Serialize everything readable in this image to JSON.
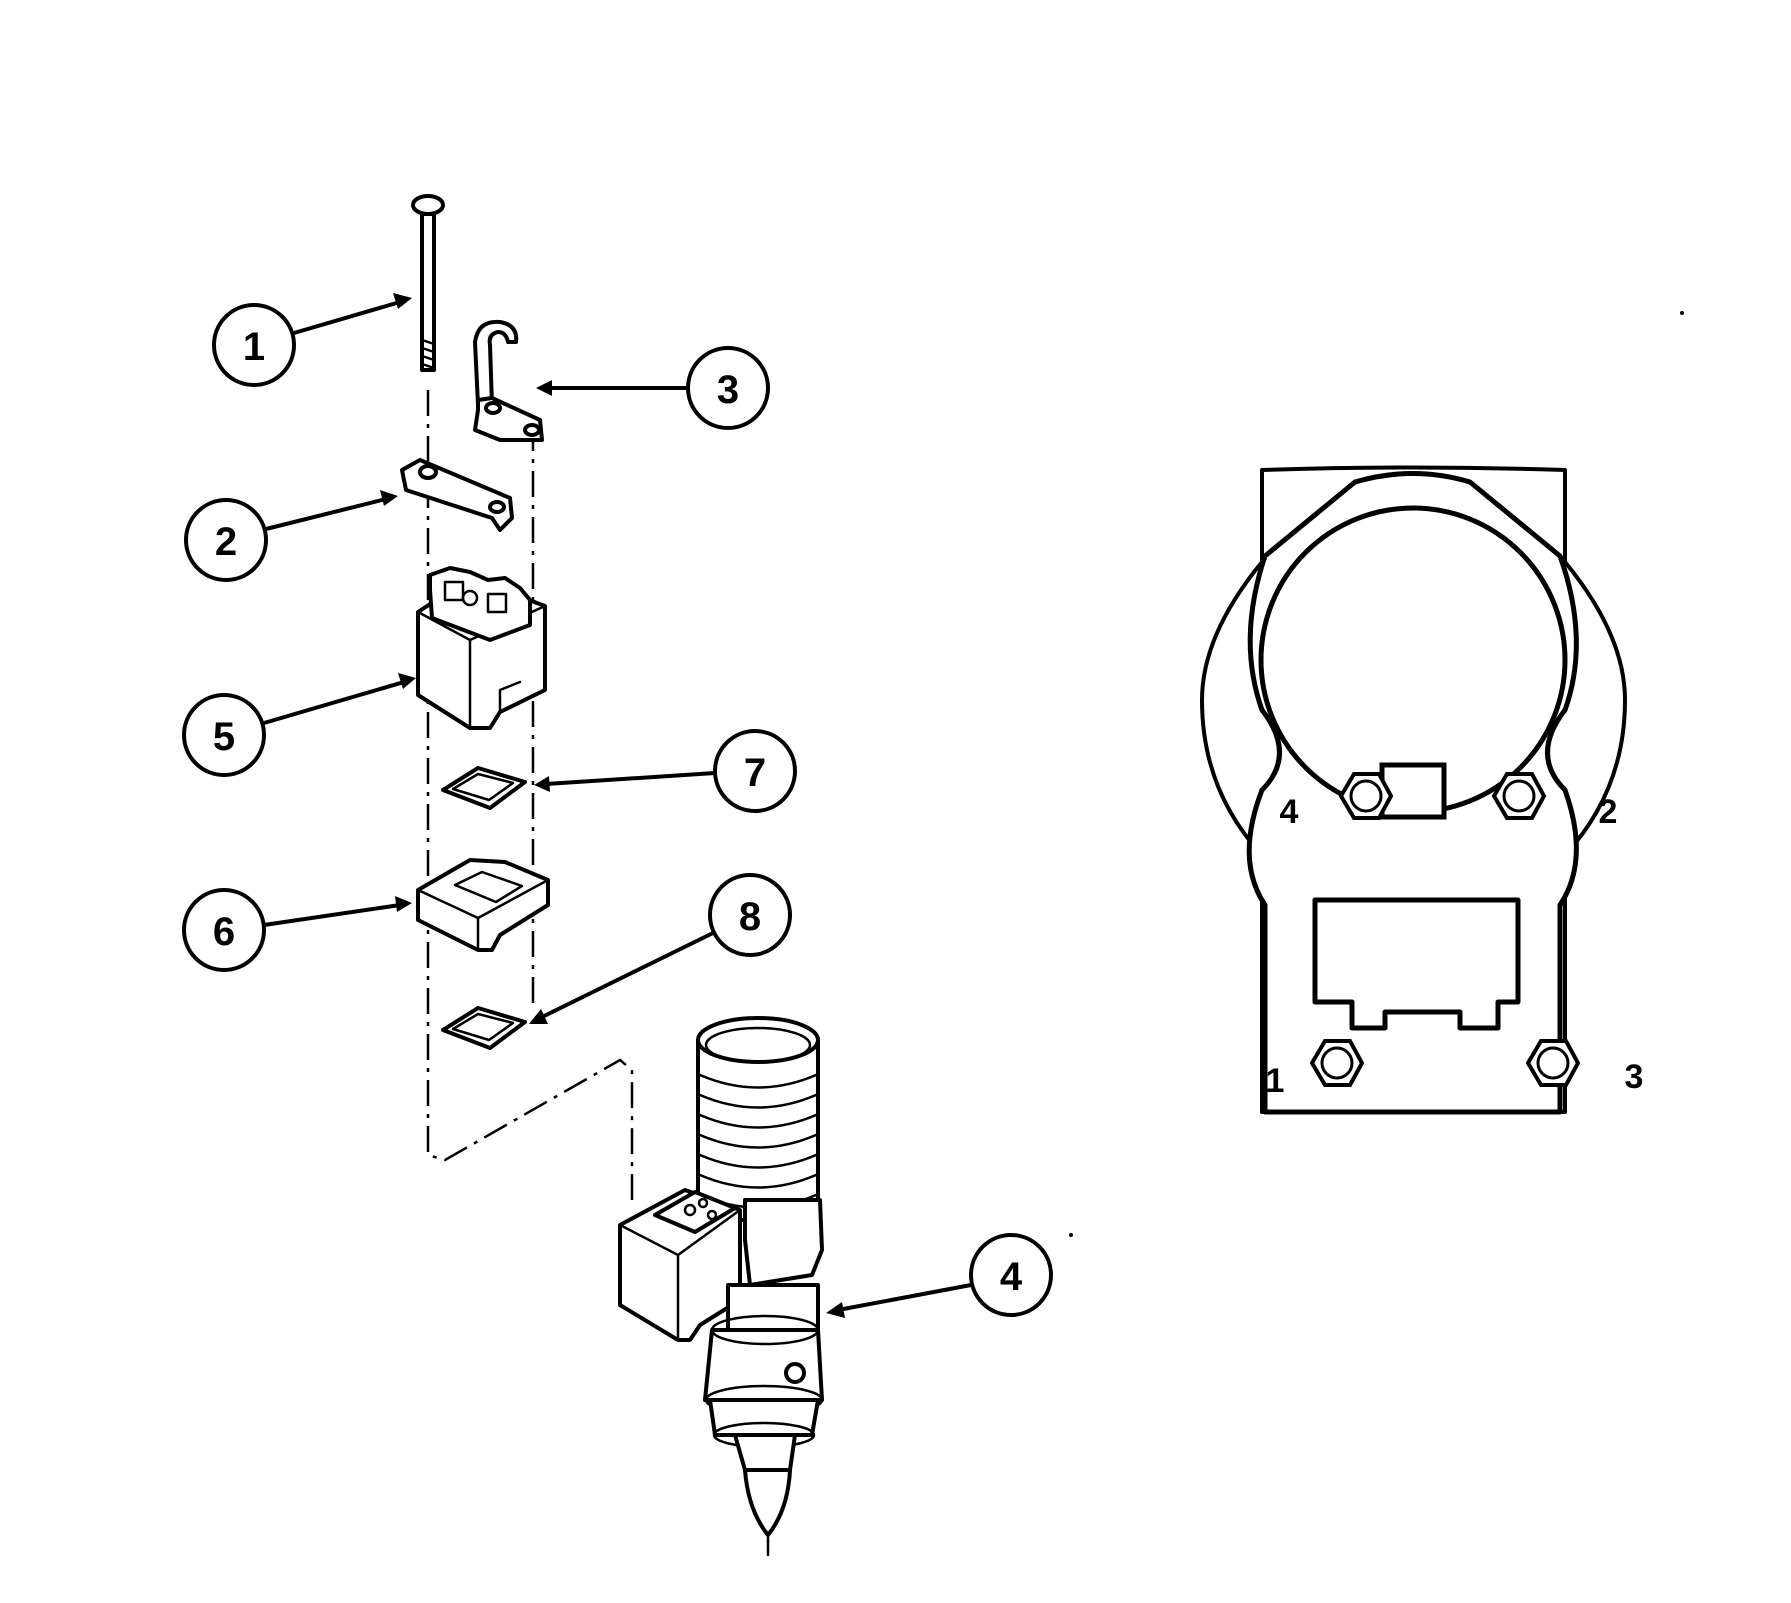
{
  "callouts": [
    {
      "label": "1"
    },
    {
      "label": "2"
    },
    {
      "label": "3"
    },
    {
      "label": "4"
    },
    {
      "label": "5"
    },
    {
      "label": "6"
    },
    {
      "label": "7"
    },
    {
      "label": "8"
    }
  ],
  "bolt_sequence": {
    "labels": [
      "4",
      "2",
      "1",
      "3"
    ]
  }
}
